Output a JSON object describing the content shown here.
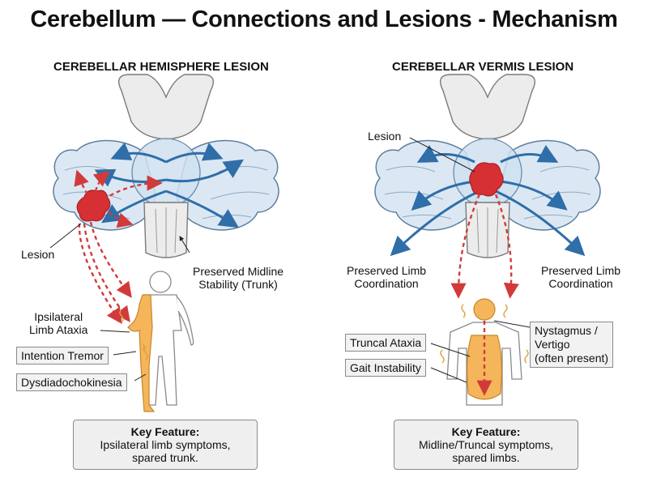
{
  "title": "Cerebellum — Connections and Lesions - Mechanism",
  "left_panel": {
    "heading": "CEREBELLAR HEMISPHERE LESION",
    "lesion_label": "Lesion",
    "preserved_label": [
      "Preserved Midline",
      "Stability (Trunk)"
    ],
    "symptoms": {
      "ataxia": [
        "Ipsilateral",
        "Limb Ataxia"
      ],
      "tremor": "Intention Tremor",
      "dysdiadochokinesia": "Dysdiadochokinesia"
    },
    "key_feature": {
      "title": "Key Feature:",
      "line1": "Ipsilateral limb symptoms,",
      "line2": "spared trunk."
    }
  },
  "right_panel": {
    "heading": "CEREBELLAR VERMIS LESION",
    "lesion_label": "Lesion",
    "preserved_left": [
      "Preserved Limb",
      "Coordination"
    ],
    "preserved_right": [
      "Preserved Limb",
      "Coordination"
    ],
    "symptoms": {
      "truncal_ataxia": "Truncal Ataxia",
      "gait_instability": "Gait Instability",
      "nystagmus": [
        "Nystagmus /",
        "Vertigo",
        "(often present)"
      ]
    },
    "key_feature": {
      "title": "Key Feature:",
      "line1": "Midline/Truncal symptoms,",
      "line2": "spared limbs."
    }
  },
  "colors": {
    "cerebellum_fill": "#dbe8f4",
    "cerebellum_stroke": "#5f7f9c",
    "brainstem_fill": "#ececec",
    "lesion": "#d62f34",
    "pathway_blue": "#2f6ea8",
    "dashed_red": "#d23a3a",
    "symptom_orange": "#f5b55a"
  }
}
